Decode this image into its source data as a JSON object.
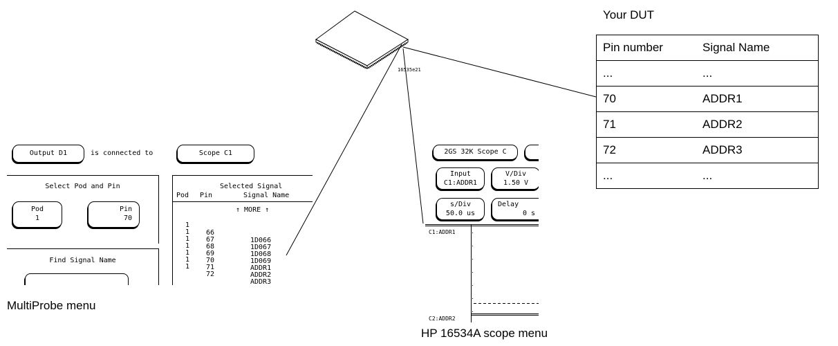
{
  "chip": {
    "label": "16535e21"
  },
  "dut": {
    "title": "Your DUT",
    "headers": [
      "Pin number",
      "Signal Name"
    ],
    "rows": [
      [
        "...",
        "..."
      ],
      [
        "70",
        "ADDR1"
      ],
      [
        "71",
        "ADDR2"
      ],
      [
        "72",
        "ADDR3"
      ],
      [
        "...",
        "..."
      ]
    ]
  },
  "multiprobe": {
    "output_label": "Output D1",
    "connected_text": "is connected to",
    "target_label": "Scope C1",
    "select_title": "Select Pod and Pin",
    "pod_label": "Pod",
    "pod_value": "1",
    "pin_label": "Pin",
    "pin_value": "70",
    "find_title": "Find Signal Name",
    "selected_title": "Selected Signal",
    "col_pod": "Pod",
    "col_pin": "Pin",
    "col_name": "Signal Name",
    "more": "↑ MORE ↑",
    "rows": [
      [
        "1",
        "66",
        "1D066"
      ],
      [
        "1",
        "67",
        "1D067"
      ],
      [
        "1",
        "68",
        "1D068"
      ],
      [
        "1",
        "69",
        "1D069"
      ],
      [
        "1",
        "70",
        "ADDR1"
      ],
      [
        "1",
        "71",
        "ADDR2"
      ],
      [
        "1",
        "72",
        "ADDR3"
      ]
    ],
    "caption": "MultiProbe menu"
  },
  "scope": {
    "title": "2GS 32K Scope C",
    "input_label": "Input",
    "input_value": "C1:ADDR1",
    "vdiv_label": "V/Div",
    "vdiv_value": "1.50  V",
    "sdiv_label": "s/Div",
    "sdiv_value": "50.0 us",
    "delay_label": "Delay",
    "delay_value": "0  s",
    "trace1": "C1:ADDR1",
    "trace2": "C2:ADDR2",
    "caption": "HP 16534A scope menu"
  }
}
